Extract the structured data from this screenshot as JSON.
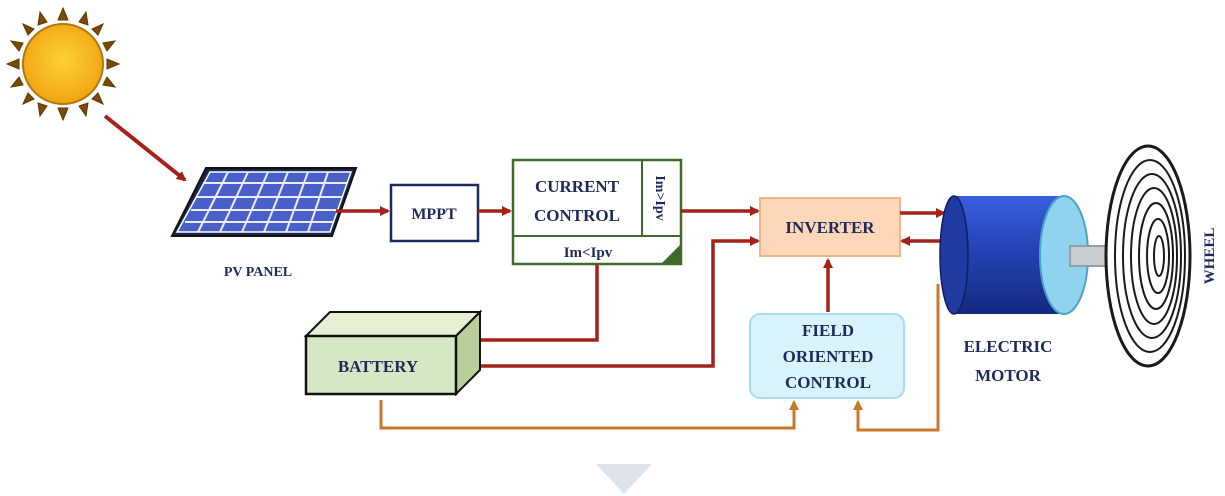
{
  "blocks": {
    "pv_panel": "PV PANEL",
    "mppt": "MPPT",
    "current_control_line1": "CURRENT",
    "current_control_line2": "CONTROL",
    "current_control_side": "Im>Ipv",
    "current_control_bottom": "Im<Ipv",
    "inverter": "INVERTER",
    "battery": "BATTERY",
    "foc_line1": "FIELD",
    "foc_line2": "ORIENTED",
    "foc_line3": "CONTROL",
    "motor_line1": "ELECTRIC",
    "motor_line2": "MOTOR",
    "wheel": "WHEEL"
  },
  "colors": {
    "power_arrow": "#a32219",
    "signal_arrow": "#c8782a",
    "sun": "#f4b21b",
    "panel_cell": "#3f52b5",
    "motor_body": "#2846b8",
    "motor_face": "#8fd3ee",
    "inverter_fill": "#fdd7b8",
    "foc_fill": "#d9f3fb",
    "battery_fill": "#d6e8c3",
    "block_border": "#1e2a5a"
  },
  "icons": [
    "sun-icon",
    "solar-panel-icon",
    "motor-icon",
    "wheel-icon",
    "down-triangle-icon"
  ]
}
